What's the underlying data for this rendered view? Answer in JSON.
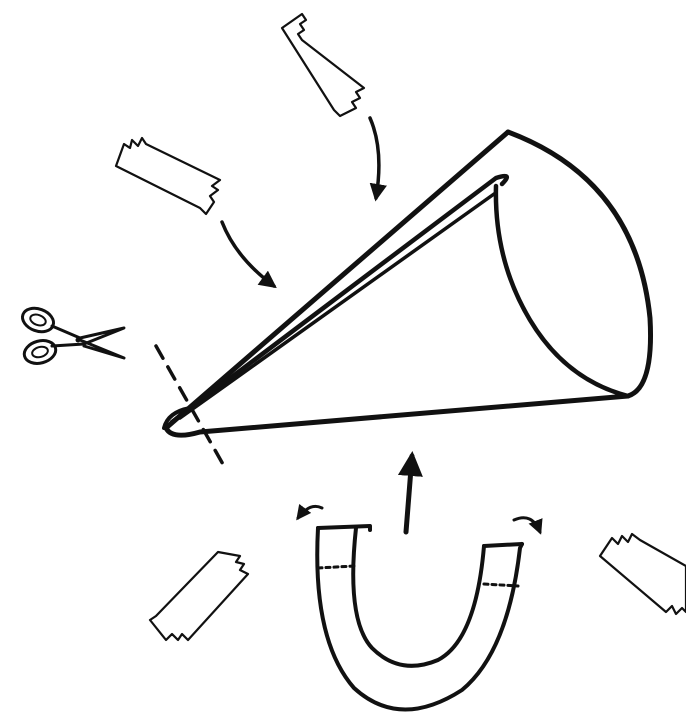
{
  "diagram": {
    "ink_color": "#111111",
    "paper_color": "#ffffff",
    "pieces": [
      "tape-strip",
      "tape-strip",
      "tape-strip",
      "tape-strip",
      "cone",
      "u-shaped-strip"
    ],
    "tools": [
      "scissors-icon"
    ],
    "arrows": [
      "tape-arrow",
      "tape-arrow",
      "strip-arrow",
      "fold-arrow",
      "fold-arrow"
    ],
    "cut_line": "dashed"
  }
}
